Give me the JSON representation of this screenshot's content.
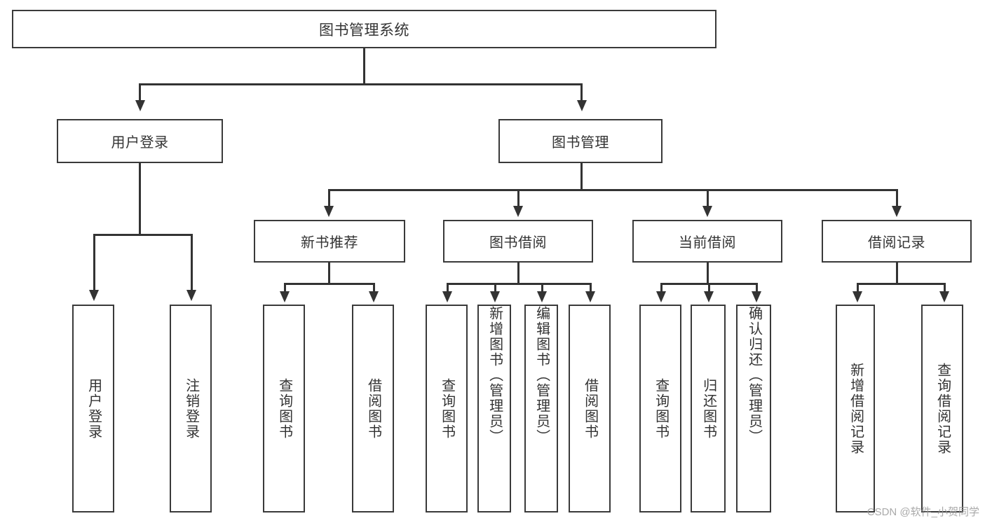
{
  "diagram": {
    "type": "tree",
    "title": "图书管理系统",
    "watermark": "CSDN @软件_小贺同学",
    "colors": {
      "background": "#ffffff",
      "border": "#3a3a3a",
      "connector": "#333333",
      "text": "#333333",
      "watermark": "#9b9b9b"
    },
    "root": {
      "label": "图书管理系统"
    },
    "level2": [
      {
        "label": "用户登录"
      },
      {
        "label": "图书管理"
      }
    ],
    "level3": [
      {
        "label": "新书推荐"
      },
      {
        "label": "图书借阅"
      },
      {
        "label": "当前借阅"
      },
      {
        "label": "借阅记录"
      }
    ],
    "leaves": {
      "user_login": [
        {
          "label": "用户登录"
        },
        {
          "label": "注销登录"
        }
      ],
      "new_book": [
        {
          "label": "查询图书"
        },
        {
          "label": "借阅图书"
        }
      ],
      "book_borrow": [
        {
          "label": "查询图书"
        },
        {
          "label": "新增图书（管理员）"
        },
        {
          "label": "编辑图书（管理员）"
        },
        {
          "label": "借阅图书"
        }
      ],
      "current_borrow": [
        {
          "label": "查询图书"
        },
        {
          "label": "归还图书"
        },
        {
          "label": "确认归还（管理员）"
        }
      ],
      "borrow_record": [
        {
          "label": "新增借阅记录"
        },
        {
          "label": "查询借阅记录"
        }
      ]
    }
  }
}
